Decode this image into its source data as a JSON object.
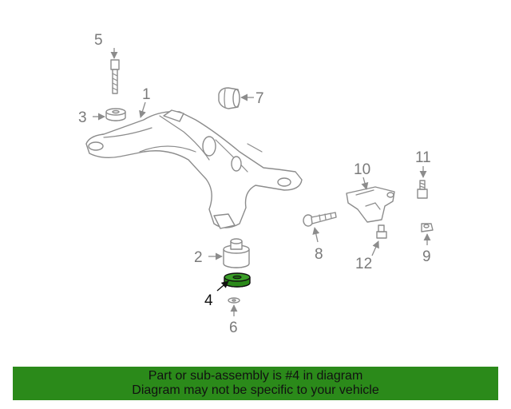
{
  "diagram": {
    "highlighted_part": "4",
    "highlight_color": "#2b8a1a",
    "callouts": [
      "1",
      "2",
      "3",
      "4",
      "5",
      "6",
      "7",
      "8",
      "9",
      "10",
      "11",
      "12"
    ]
  },
  "banner": {
    "line1": "Part or sub-assembly is #4 in diagram",
    "line2": "Diagram may not be specific to your vehicle",
    "background": "#2b8a1a"
  }
}
